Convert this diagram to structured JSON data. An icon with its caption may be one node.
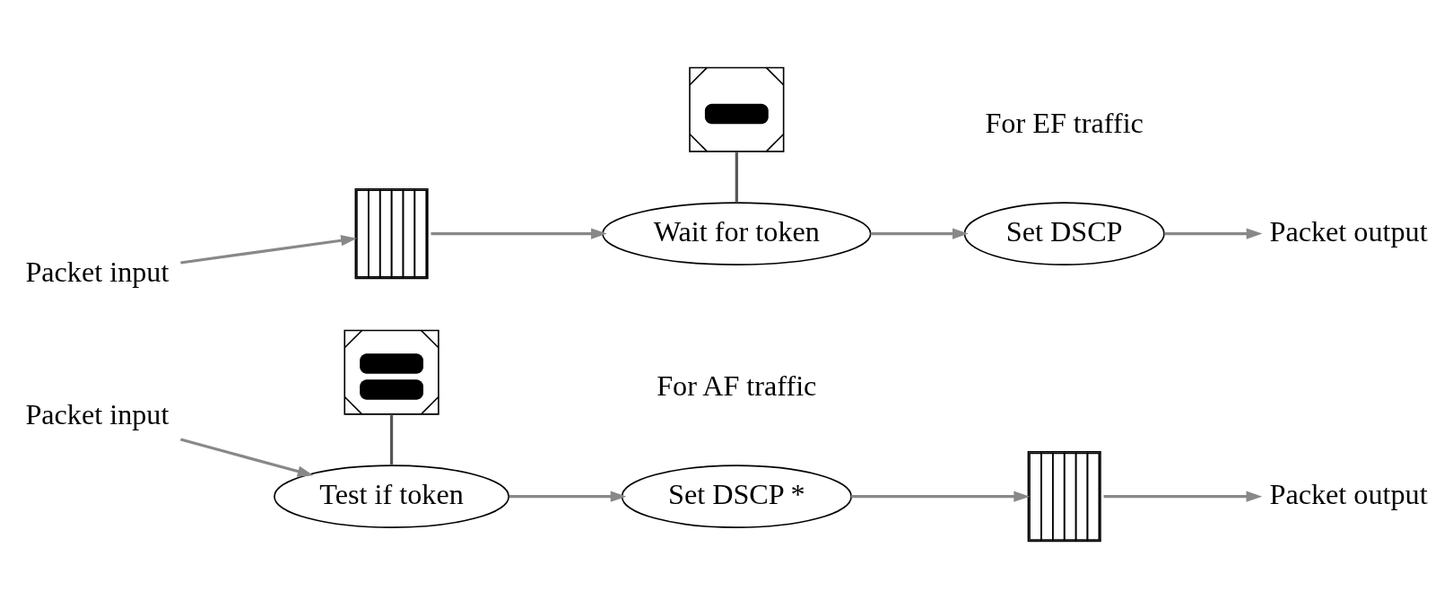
{
  "diagram": {
    "nodes": [
      {
        "text": [
          "Packet input"
        ]
      },
      {
        "text": [],
        "shape": "box"
      },
      {
        "text": [],
        "shape": "box"
      },
      {
        "text": [
          "Wait for token"
        ]
      },
      {
        "text": [
          "Set DSCP"
        ]
      },
      {
        "text": [
          "Packet output"
        ]
      },
      {
        "text": [
          "Packet input"
        ]
      },
      {
        "text": [],
        "shape": "box"
      },
      {
        "text": [
          "Test if token"
        ]
      },
      {
        "text": [
          "Set DSCP *"
        ]
      },
      {
        "text": [],
        "shape": "box"
      },
      {
        "text": [
          "Packet output"
        ]
      }
    ],
    "edges": [
      {
        "from": 0,
        "to": 1,
        "arrow": "to"
      },
      {
        "from": 1,
        "to": 3,
        "arrow": "to"
      },
      {
        "from": 2,
        "to": 3,
        "arrow": "none"
      },
      {
        "from": 3,
        "to": 4,
        "arrow": "to"
      },
      {
        "from": 4,
        "to": 5,
        "arrow": "to"
      },
      {
        "from": 6,
        "to": 8,
        "arrow": "to"
      },
      {
        "from": 7,
        "to": 8,
        "arrow": "none"
      },
      {
        "from": 8,
        "to": 9,
        "arrow": "to"
      },
      {
        "from": 9,
        "to": 10,
        "arrow": "to"
      },
      {
        "from": 10,
        "to": 11,
        "arrow": "to"
      }
    ],
    "labels": [
      "For EF traffic",
      "For AF traffic"
    ]
  }
}
